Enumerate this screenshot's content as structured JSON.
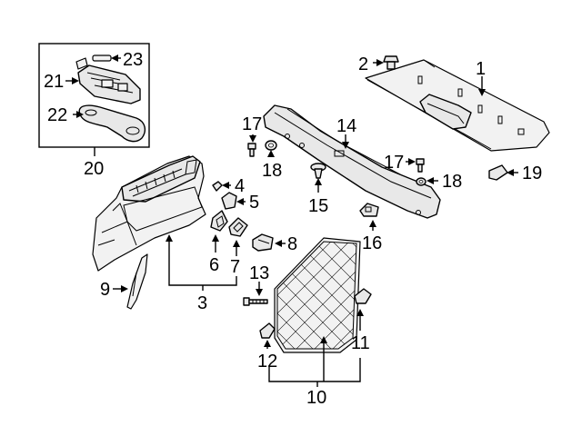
{
  "diagram": {
    "callouts": {
      "c1": "1",
      "c2": "2",
      "c3": "3",
      "c4": "4",
      "c5": "5",
      "c6": "6",
      "c7": "7",
      "c8": "8",
      "c9": "9",
      "c10": "10",
      "c11": "11",
      "c12": "12",
      "c13": "13",
      "c14": "14",
      "c15": "15",
      "c16": "16",
      "c17a": "17",
      "c17b": "17",
      "c18a": "18",
      "c18b": "18",
      "c19": "19",
      "c20": "20",
      "c21": "21",
      "c22": "22",
      "c23": "23"
    }
  }
}
